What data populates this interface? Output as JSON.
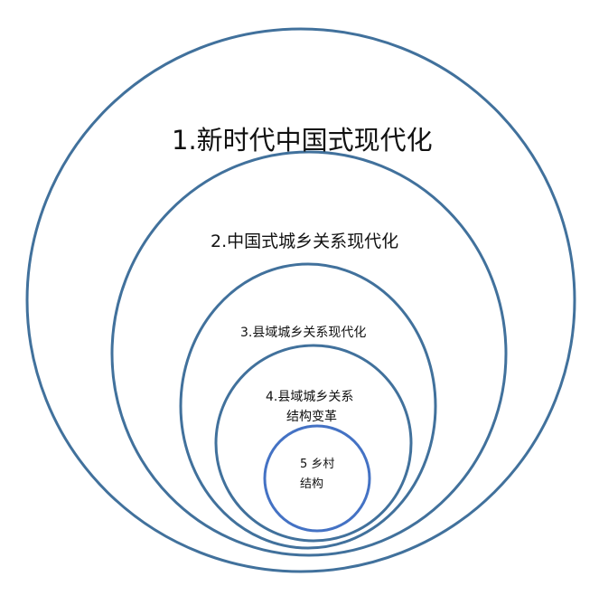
{
  "colors": {
    "outer_rings": "#41719c",
    "inner_ring": "#4472c4"
  },
  "levels": [
    {
      "label": "1.新时代中国式现代化"
    },
    {
      "label": "2.中国式城乡关系现代化"
    },
    {
      "label": "3.县域城乡关系现代化"
    },
    {
      "label_line1": "4.县域城乡关系",
      "label_line2": "结构变革"
    },
    {
      "label_line1": "5 乡村",
      "label_line2": "结构"
    }
  ]
}
